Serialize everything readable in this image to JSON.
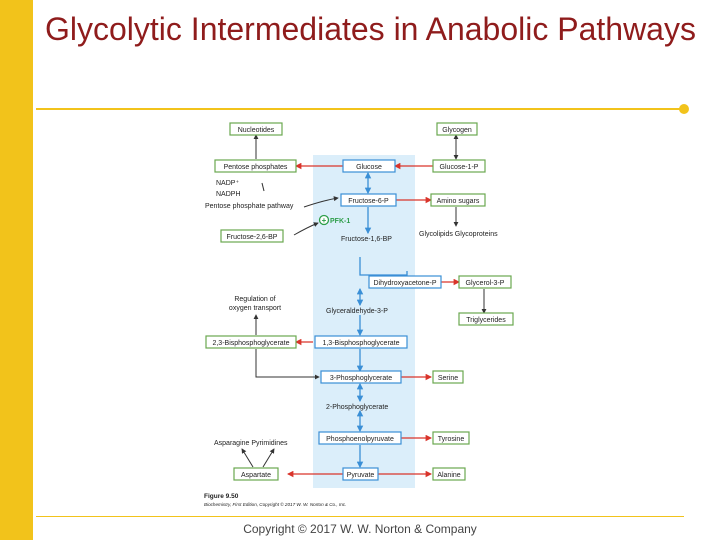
{
  "slide": {
    "title": "Glycolytic Intermediates in Anabolic Pathways",
    "footer": "Copyright © 2017 W. W. Norton & Company"
  },
  "colors": {
    "accent": "#f2c31b",
    "title": "#8f1c1c",
    "green_box": "#6aa84f",
    "blue_column": "#dbeefa",
    "red_arrow": "#d9342b",
    "blue_arrow": "#3a8fd6"
  },
  "diagram": {
    "boxes": {
      "nucleotides": "Nucleotides",
      "glycogen": "Glycogen",
      "pentose_phosphates": "Pentose phosphates",
      "glucose": "Glucose",
      "glucose_1p": "Glucose-1-P",
      "fructose_6p": "Fructose-6-P",
      "amino_sugars": "Amino sugars",
      "fructose_26bp": "Fructose-2,6-BP",
      "dihydroxyacetone_p": "Dihydroxyacetone-P",
      "glycerol_3p": "Glycerol-3-P",
      "triglycerides": "Triglycerides",
      "bpg_23": "2,3-Bisphosphoglycerate",
      "bpg_13": "1,3-Bisphosphoglycerate",
      "pg_3": "3-Phosphoglycerate",
      "serine": "Serine",
      "pep": "Phosphoenolpyruvate",
      "tyrosine": "Tyrosine",
      "aspartate": "Aspartate",
      "pyruvate": "Pyruvate",
      "alanine": "Alanine"
    },
    "labels": {
      "nadp": "NADP⁺",
      "nadph": "NADPH",
      "pentose_pathway": "Pentose phosphate pathway",
      "pfk1": "PFK-1",
      "fructose_16bp": "Fructose-1,6-BP",
      "glycolipids_glycoproteins": "Glycolipids  Glycoproteins",
      "regulation_line1": "Regulation of",
      "regulation_line2": "oxygen transport",
      "glyceraldehyde_3p": "Glyceraldehyde-3-P",
      "pg_2": "2-Phosphoglycerate",
      "asparagine_pyrimidines": "Asparagine   Pyrimidines",
      "figure_label": "Figure 9.50",
      "figure_credit": "Biochemistry, First Edition, Copyright © 2017 W. W. Norton & Co., Inc."
    }
  }
}
